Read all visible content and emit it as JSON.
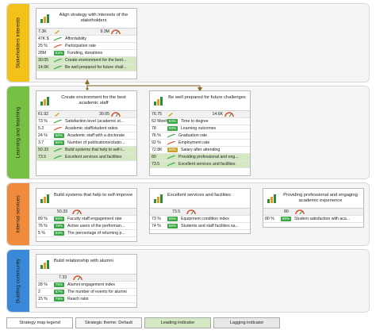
{
  "lanes": [
    {
      "label": "Stakeholders interests",
      "color": "#f2c21a"
    },
    {
      "label": "Learning and teaching",
      "color": "#78c043"
    },
    {
      "label": "Internal services",
      "color": "#f08a3c"
    },
    {
      "label": "Building community",
      "color": "#3a88d8"
    }
  ],
  "cards": {
    "align": {
      "title": "Align strategy with interests of the stakeholders",
      "target_left": "7.3K",
      "target_right": "9.3M",
      "kpis": [
        {
          "value": "47K $",
          "name": "Affordability",
          "leading": false
        },
        {
          "value": "25 %",
          "name": "Participation rate",
          "leading": false
        },
        {
          "value": "28M",
          "pct": "83%",
          "name": "Funding, donations",
          "leading": false
        },
        {
          "value": "30.05",
          "name": "Create environment for the best...",
          "leading": true
        },
        {
          "value": "14.6K",
          "name": "Be well prepared for future chall...",
          "leading": true
        }
      ]
    },
    "create": {
      "title": "Create environment for the best academic staff",
      "target_left": "61.92",
      "target_right": "30.05",
      "kpis": [
        {
          "value": "73 %",
          "name": "Satisfaction level (academic st...",
          "leading": false
        },
        {
          "value": "5.2",
          "name": "Academic staff/student ratios",
          "leading": false
        },
        {
          "value": "24 %",
          "pct": "80%",
          "name": "Academic staff with a doctorate",
          "leading": false
        },
        {
          "value": "3.7",
          "pct": "80%",
          "name": "Number of publications/citatio...",
          "leading": false
        },
        {
          "value": "50.33",
          "name": "Build systems that help to self-i...",
          "leading": true
        },
        {
          "value": "73.5",
          "name": "Excellent services and facilities",
          "leading": true
        }
      ]
    },
    "prepared": {
      "title": "Be well prepared for future challenges",
      "target_left": "76.75",
      "target_right": "14.6K",
      "kpis": [
        {
          "value": "52 Months",
          "pct": "83%",
          "name": "Time to degree",
          "leading": false
        },
        {
          "value": "78",
          "pct": "93%",
          "name": "Learning outcomes",
          "leading": false
        },
        {
          "value": "76 %",
          "name": "Graduation rate",
          "leading": false
        },
        {
          "value": "92 %",
          "name": "Employment rate",
          "leading": false
        },
        {
          "value": "72.8K",
          "pct": "60%",
          "name": "Salary after attending",
          "leading": false
        },
        {
          "value": "80",
          "name": "Providing professional and eng...",
          "leading": true
        },
        {
          "value": "73.5",
          "name": "Excellent services and facilities",
          "leading": true
        }
      ]
    },
    "build": {
      "title": "Build systems that help to self-improve",
      "target_left": "50.33",
      "kpis": [
        {
          "value": "89 %",
          "pct": "89%",
          "name": "Faculty staff engagement rate",
          "leading": false
        },
        {
          "value": "76 %",
          "pct": "76%",
          "name": "Active users of the performan...",
          "leading": false
        },
        {
          "value": "5 %",
          "pct": "83%",
          "name": "The percentage of returning p...",
          "leading": false
        }
      ]
    },
    "excellent": {
      "title": "Excellent services and facilities",
      "target_left": "73.5",
      "kpis": [
        {
          "value": "73 %",
          "pct": "85%",
          "name": "Equipment condition index",
          "leading": false
        },
        {
          "value": "74 %",
          "pct": "85%",
          "name": "Students and staff facilities sa...",
          "leading": false
        }
      ]
    },
    "providing": {
      "title": "Providing professional and engaging academic experience",
      "target_left": "80",
      "kpis": [
        {
          "value": "80 %",
          "pct": "80%",
          "name": "Student satisfaction with aca...",
          "leading": false
        }
      ]
    },
    "alumni": {
      "title": "Build relationship with alumni",
      "target_left": "7.33",
      "kpis": [
        {
          "value": "28 %",
          "pct": "75%",
          "name": "Alumni engagement index",
          "leading": false
        },
        {
          "value": "2",
          "pct": "67%",
          "name": "The number of events for alumni",
          "leading": false
        },
        {
          "value": "15 %",
          "pct": "79%",
          "name": "Reach ratio",
          "leading": false
        }
      ]
    }
  },
  "legend": {
    "title": "Strategy map legend",
    "theme": "Strategic theme: Default",
    "leading": "Leading indicator",
    "lagging": "Lagging indicator"
  },
  "colors": {
    "leading_bg": "#d5e8c4",
    "progress_green": "#38a845",
    "connector": "#8a6a2a"
  }
}
